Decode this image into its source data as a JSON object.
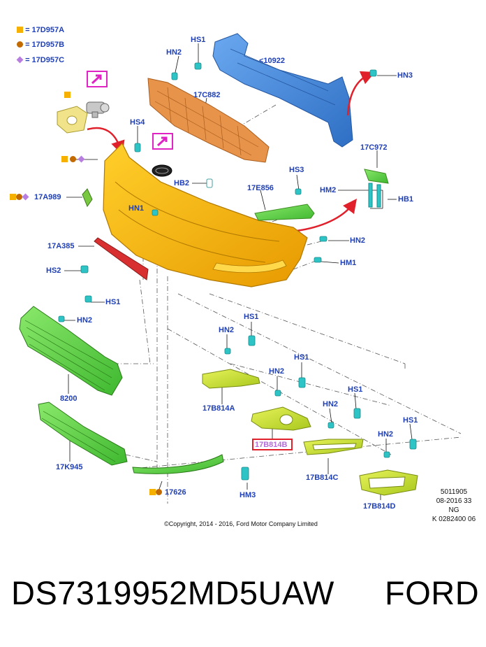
{
  "legend": [
    {
      "marker": "square",
      "color": "#f6b000",
      "text": "= 17D957A"
    },
    {
      "marker": "circle",
      "color": "#c26a00",
      "text": "= 17D957B"
    },
    {
      "marker": "diamond",
      "color": "#b77ee0",
      "text": "= 17D957C"
    }
  ],
  "colors": {
    "label_blue": "#1f3fb5",
    "bumper_yellow": "#f5b800",
    "reinforcement_blue": "#4a8ee0",
    "absorber_orange": "#e8934a",
    "grille_green": "#5ed24a",
    "lamp_lime": "#c9e23a",
    "teal_fastener": "#2ec4c6",
    "red_arrow": "#e0202a",
    "highlight_magenta": "#e024c4"
  },
  "icons": [
    "external-link-icon",
    "external-link-icon"
  ],
  "labels": {
    "hn2_top": "HN2",
    "hs1_top": "HS1",
    "reinforcement": "<10922",
    "hn3": "HN3",
    "absorber": "17C882",
    "hs4": "HS4",
    "bracket_top": "17C972",
    "hb2": "HB2",
    "hs3": "HS3",
    "strip": "17E856",
    "hm2": "HM2",
    "hb1": "HB1",
    "sensor": "17A989",
    "hn1": "HN1",
    "reflector": "17A385",
    "hn2_mid": "HN2",
    "hs2": "HS2",
    "hm1": "HM1",
    "hs1_grille": "HS1",
    "hn2_grille": "HN2",
    "grille": "8200",
    "lower_grille": "17K945",
    "lower_strip": "17626",
    "hm3": "HM3",
    "hn2_a": "HN2",
    "hs1_a": "HS1",
    "part_a": "17B814A",
    "hn2_b": "HN2",
    "hs1_b": "HS1",
    "part_b": "17B814B",
    "hn2_c": "HN2",
    "hs1_c": "HS1",
    "part_c": "17B814C",
    "hn2_d": "HN2",
    "hs1_d": "HS1",
    "part_d": "17B814D"
  },
  "info": {
    "line1": "5011905",
    "line2": "08-2016 33",
    "line3": "NG",
    "line4": "K 0282400 06"
  },
  "copyright": "©Copyright, 2014 - 2016, Ford Motor Company Limited",
  "part_number": "DS7319952MD5UAW",
  "brand": "FORD"
}
